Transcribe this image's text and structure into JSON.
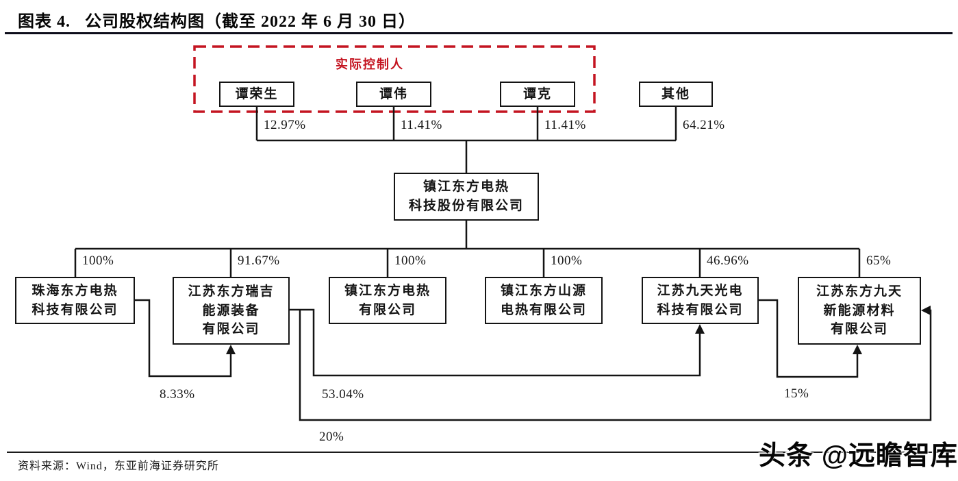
{
  "title": "图表 4.   公司股权结构图（截至 2022 年 6 月 30 日）",
  "controller_group": {
    "label": "实际控制人"
  },
  "shareholders": [
    {
      "name": "谭荣生",
      "pct": "12.97%",
      "in_control_group": true
    },
    {
      "name": "谭伟",
      "pct": "11.41%",
      "in_control_group": true
    },
    {
      "name": "谭克",
      "pct": "11.41%",
      "in_control_group": true
    },
    {
      "name": "其他",
      "pct": "64.21%",
      "in_control_group": false
    }
  ],
  "parent_company": {
    "lines": [
      "镇江东方电热",
      "科技股份有限公司"
    ]
  },
  "subsidiaries": [
    {
      "lines": [
        "珠海东方电热",
        "科技有限公司"
      ],
      "pct": "100%"
    },
    {
      "lines": [
        "江苏东方瑞吉",
        "能源装备",
        "有限公司"
      ],
      "pct": "91.67%"
    },
    {
      "lines": [
        "镇江东方电热",
        "有限公司"
      ],
      "pct": "100%"
    },
    {
      "lines": [
        "镇江东方山源",
        "电热有限公司"
      ],
      "pct": "100%"
    },
    {
      "lines": [
        "江苏九天光电",
        "科技有限公司"
      ],
      "pct": "46.96%"
    },
    {
      "lines": [
        "江苏东方九天",
        "新能源材料",
        "有限公司"
      ],
      "pct": "65%"
    }
  ],
  "cross_holdings": [
    {
      "from": "珠海东方电热科技有限公司",
      "to": "江苏东方瑞吉能源装备有限公司",
      "pct": "8.33%"
    },
    {
      "from": "江苏东方瑞吉能源装备有限公司",
      "to": "江苏九天光电科技有限公司",
      "pct": "53.04%"
    },
    {
      "from": "江苏九天光电科技有限公司",
      "to": "江苏东方九天新能源材料有限公司",
      "pct": "15%"
    },
    {
      "from": "江苏东方瑞吉能源装备有限公司",
      "to": "江苏东方九天新能源材料有限公司",
      "pct": "20%"
    }
  ],
  "source_line": "资料来源：Wind，东亚前海证券研究所",
  "watermark": "头条 @远瞻智库",
  "colors": {
    "accent_red": "#c41420",
    "line_black": "#141414"
  }
}
